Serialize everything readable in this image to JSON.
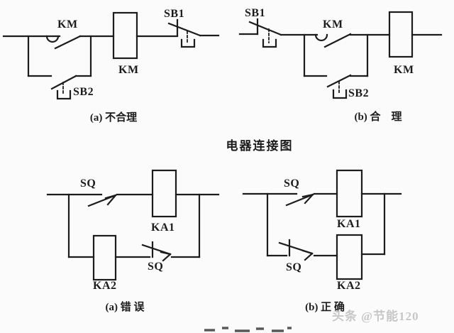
{
  "page": {
    "background": "#fbfbfb",
    "ink": "#1c1c1c",
    "watermark_color": "#c6c6c6"
  },
  "section_title": "电器连接图",
  "watermark": "头条 @节能120",
  "top_left": {
    "caption": "(a) 不合理",
    "km_contact": "KM",
    "km_coil": "KM",
    "sb1": "SB1",
    "sb2": "SB2"
  },
  "top_right": {
    "caption": "(b) 合　理",
    "sb1": "SB1",
    "km_contact": "KM",
    "km_coil": "KM",
    "sb2": "SB2"
  },
  "bottom_left": {
    "caption": "(a) 错 误",
    "sq_top": "SQ",
    "ka1": "KA1",
    "ka2": "KA2",
    "sq_bottom": "SQ"
  },
  "bottom_right": {
    "caption": "(b) 正 确",
    "sq_top": "SQ",
    "ka1": "KA1",
    "ka2": "KA2",
    "sq_bottom": "SQ"
  }
}
